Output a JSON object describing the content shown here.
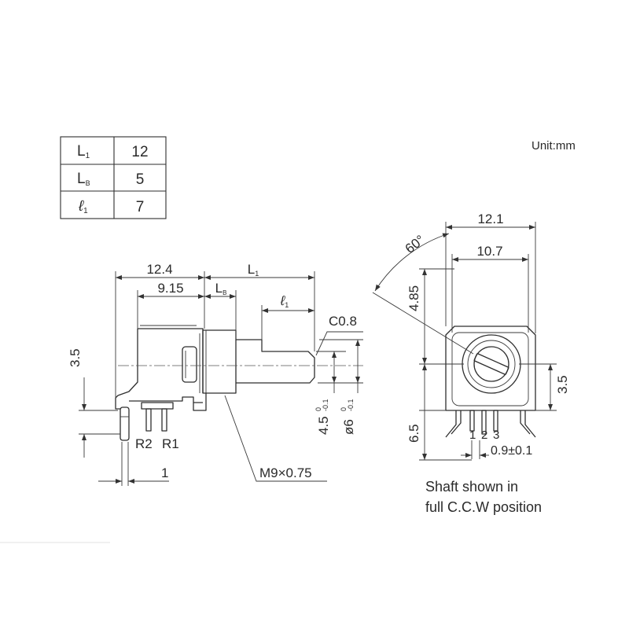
{
  "unit_label": "Unit:mm",
  "table": {
    "rows": [
      {
        "symbol": "L",
        "sub": "1",
        "value": "12"
      },
      {
        "symbol": "L",
        "sub": "B",
        "value": "5"
      },
      {
        "symbol": "ℓ",
        "sub": "1",
        "value": "7"
      }
    ]
  },
  "side_view": {
    "dim_overall": "12.4",
    "dim_L1": {
      "symbol": "L",
      "sub": "1"
    },
    "dim_body": "9.15",
    "dim_LB": {
      "symbol": "L",
      "sub": "B"
    },
    "dim_l1": {
      "symbol": "ℓ",
      "sub": "1"
    },
    "chamfer": "C0.8",
    "dim_height": "3.5",
    "dim_flat": {
      "value": "4.5",
      "tol_upper": "0",
      "tol_lower": "-0.1"
    },
    "dim_shaft": {
      "value": "ø6",
      "tol_upper": "0",
      "tol_lower": "-0.1"
    },
    "terminal_r2": "R2",
    "terminal_r1": "R1",
    "dim_pin": "1",
    "thread": "M9×0.75"
  },
  "front_view": {
    "dim_width": "12.1",
    "angle": "60°",
    "dim_inner_width": "10.7",
    "dim_top": "4.85",
    "dim_right": "3.5",
    "dim_bottom": "6.5",
    "pins": [
      "1",
      "2",
      "3"
    ],
    "dim_pitch": "0.9±0.1",
    "caption_line1": "Shaft shown in",
    "caption_line2": "full C.C.W position"
  }
}
